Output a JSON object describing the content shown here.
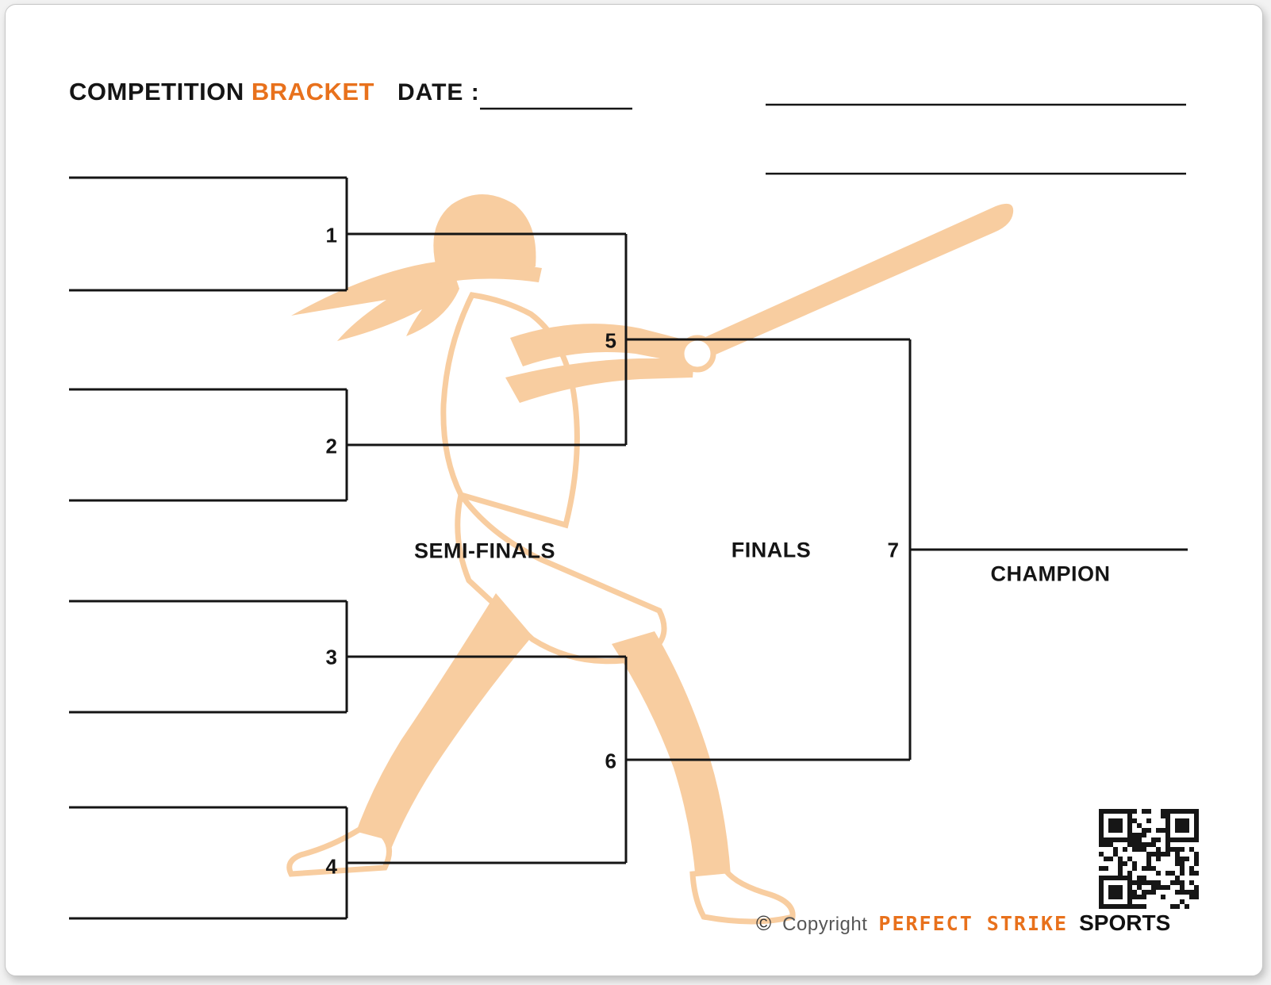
{
  "header": {
    "title_primary": "COMPETITION",
    "title_accent": "BRACKET",
    "date_label": "DATE :"
  },
  "bracket": {
    "match_numbers": {
      "m1": "1",
      "m2": "2",
      "m3": "3",
      "m4": "4",
      "m5": "5",
      "m6": "6",
      "m7": "7"
    },
    "round_labels": {
      "semi_finals": "SEMI-FINALS",
      "finals": "FINALS",
      "champion": "CHAMPION"
    }
  },
  "footer": {
    "copyright_symbol": "©",
    "copyright_word": "Copyright",
    "brand_name": "PERFECT STRIKE",
    "brand_suffix": "SPORTS"
  },
  "colors": {
    "accent": "#E8711C",
    "watermark": "#F8CDA0",
    "ink": "#151515"
  }
}
